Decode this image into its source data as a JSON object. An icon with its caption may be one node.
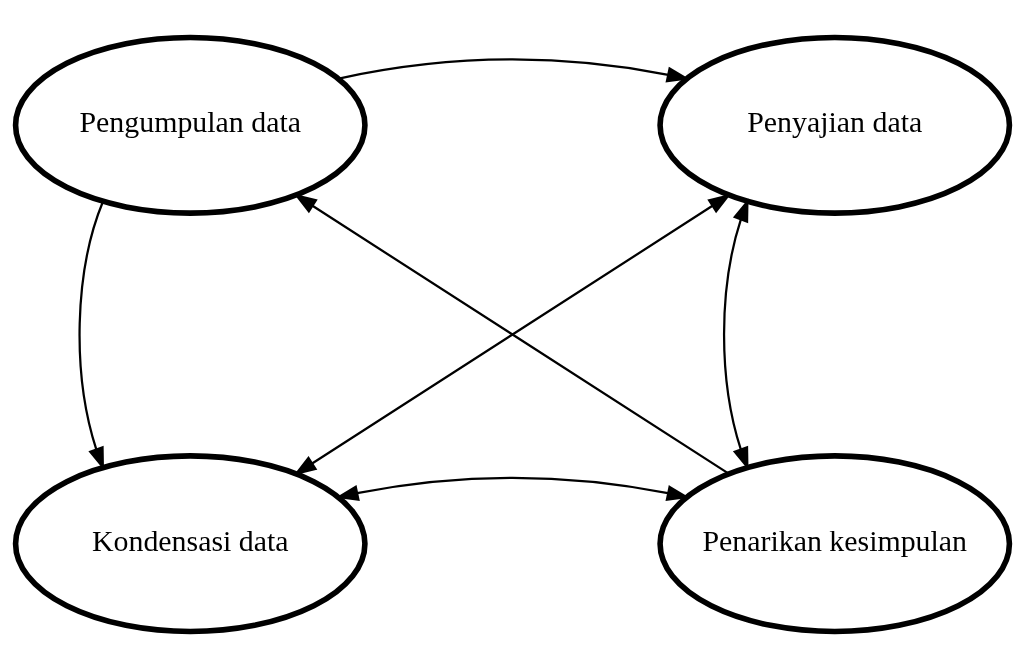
{
  "diagram": {
    "nodes": [
      {
        "text": [
          "Pengumpulan data"
        ]
      },
      {
        "text": [
          "Penyajian data"
        ]
      },
      {
        "text": [
          "Kondensasi data"
        ]
      },
      {
        "text": [
          "Penarikan kesimpulan"
        ]
      }
    ],
    "edges": [
      {
        "from": 0,
        "to": 1,
        "arrow": "to"
      },
      {
        "from": 0,
        "to": 2,
        "arrow": "to"
      },
      {
        "from": 1,
        "to": 3,
        "arrow": "both"
      },
      {
        "from": 2,
        "to": 3,
        "arrow": "both"
      },
      {
        "from": 2,
        "to": 1,
        "arrow": "both"
      },
      {
        "from": 3,
        "to": 0,
        "arrow": "to"
      }
    ]
  }
}
